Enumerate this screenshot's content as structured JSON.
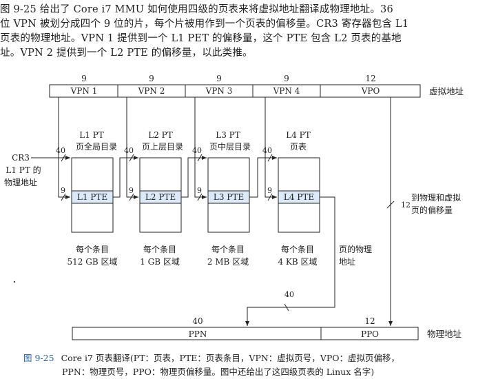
{
  "paragraph": {
    "line1": "图 9-25 给出了 Core i7 MMU 如何使用四级的页表来将虚拟地址翻译成物理地址。36",
    "line2": "位 VPN 被划分成四个 9 位的片，每个片被用作到一个页表的偏移量。CR3 寄存器包含 L1",
    "line3": "页表的物理地址。VPN 1 提供到一个 L1 PET 的偏移量，这个 PTE 包含 L2 页表的基地",
    "line4": "址。VPN 2 提供到一个 L2 PTE 的偏移量，以此类推。"
  },
  "virtual_address": {
    "fields": [
      {
        "label": "VPN 1",
        "bits": "9"
      },
      {
        "label": "VPN 2",
        "bits": "9"
      },
      {
        "label": "VPN 3",
        "bits": "9"
      },
      {
        "label": "VPN 4",
        "bits": "9"
      },
      {
        "label": "VPO",
        "bits": "12"
      }
    ],
    "name": "虚拟地址"
  },
  "cr3": {
    "label": "CR3",
    "sub1": "L1 PT 的",
    "sub2": "物理地址"
  },
  "page_tables": [
    {
      "name": "L1 PT",
      "desc": "页全局目录",
      "pte": "L1 PTE",
      "bits_in": "40",
      "bits_off": "9",
      "region1": "每个条目",
      "region2": "512 GB 区域"
    },
    {
      "name": "L2 PT",
      "desc": "页上层目录",
      "pte": "L2 PTE",
      "bits_in": "40",
      "bits_off": "9",
      "region1": "每个条目",
      "region2": "1 GB 区域"
    },
    {
      "name": "L3 PT",
      "desc": "页中层目录",
      "pte": "L3 PTE",
      "bits_in": "40",
      "bits_off": "9",
      "region1": "每个条目",
      "region2": "2 MB 区域"
    },
    {
      "name": "L4 PT",
      "desc": "页表",
      "pte": "L4 PTE",
      "bits_in": "40",
      "bits_off": "9",
      "region1": "每个条目",
      "region2": "4 KB 区域"
    }
  ],
  "page_phys_label1": "页的物理",
  "page_phys_label2": "地址",
  "ppn_bits": "40",
  "vpo_offset": {
    "bits": "12",
    "label1": "到物理和虚拟",
    "label2": "页的偏移量"
  },
  "physical_address": {
    "fields": [
      {
        "label": "PPN",
        "bits": "40"
      },
      {
        "label": "PPO",
        "bits": "12"
      }
    ],
    "name": "物理地址"
  },
  "caption": {
    "number": "图 9-25",
    "line1": "Core i7 页表翻译(PT：页表，PTE：页表条目，VPN：虚拟页号，VPO：虚拟页偏移，",
    "line2": "PPN：物理页号，PPO：物理页偏移量。图中还给出了这四级页表的 Linux 名字)"
  },
  "colors": {
    "pte_fill": "#dbe9f8",
    "caption_number": "#2b63b5"
  }
}
